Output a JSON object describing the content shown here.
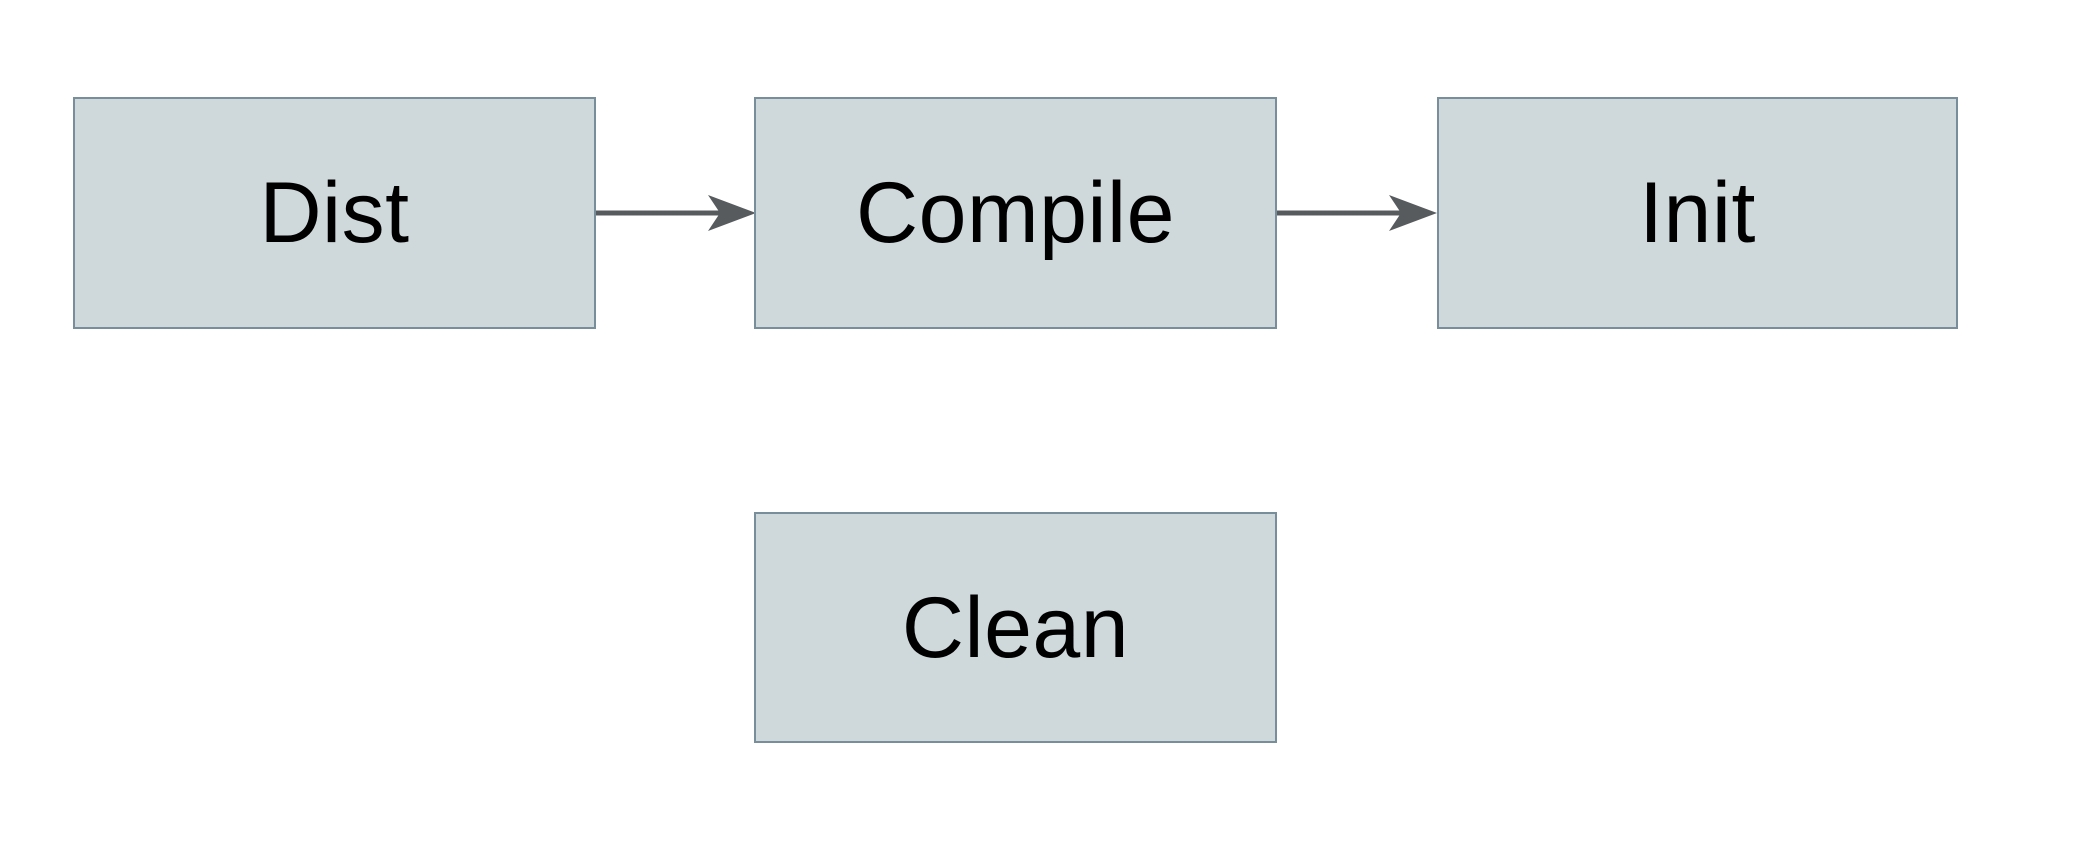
{
  "diagram": {
    "type": "flowchart",
    "nodes": {
      "dist": {
        "label": "Dist"
      },
      "compile": {
        "label": "Compile"
      },
      "init": {
        "label": "Init"
      },
      "clean": {
        "label": "Clean"
      }
    },
    "edges": [
      {
        "from": "Dist",
        "to": "Compile",
        "style": "arrow-right"
      },
      {
        "from": "Compile",
        "to": "Init",
        "style": "arrow-right"
      }
    ],
    "colors": {
      "background": "#ffffff",
      "node_fill": "#cfd8da",
      "node_border": "#788f9b",
      "arrow": "#575b5e",
      "text": "#000000"
    }
  }
}
